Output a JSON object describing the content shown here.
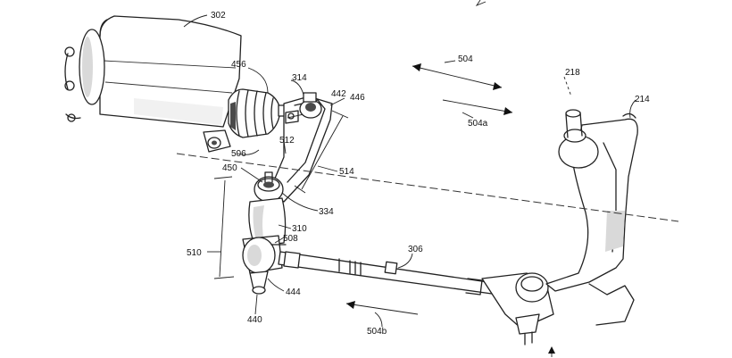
{
  "labels": {
    "l302": "302",
    "l456": "456",
    "l314": "314",
    "l442": "442",
    "l446": "446",
    "l512": "512",
    "l506": "506",
    "l450": "450",
    "l514": "514",
    "l334": "334",
    "l310": "310",
    "l508": "508",
    "l510": "510",
    "l444": "444",
    "l440": "440",
    "l306": "306",
    "l504": "504",
    "l504a": "504a",
    "l504b": "504b",
    "l218": "218",
    "l214": "214"
  }
}
